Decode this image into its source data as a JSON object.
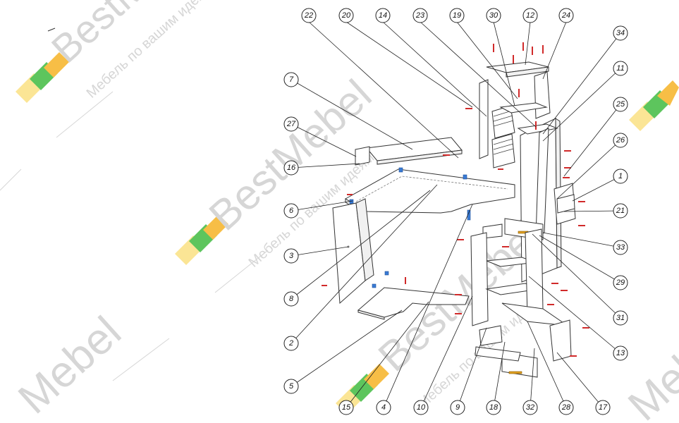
{
  "watermark": {
    "brand": "BestMebel",
    "brand_short": "Mebel",
    "slogan": "Мебель по вашим идеям",
    "colors": {
      "orange": "#f7b733",
      "green": "#4cbf4c",
      "yellow": "#fbe38a",
      "text": "#d6d6d6"
    }
  },
  "diagram": {
    "callouts": [
      "22",
      "20",
      "14",
      "23",
      "19",
      "30",
      "12",
      "24",
      "34",
      "11",
      "25",
      "26",
      "1",
      "21",
      "33",
      "29",
      "31",
      "13",
      "17",
      "28",
      "32",
      "18",
      "9",
      "10",
      "4",
      "15",
      "5",
      "2",
      "8",
      "3",
      "6",
      "16",
      "27",
      "7"
    ]
  }
}
